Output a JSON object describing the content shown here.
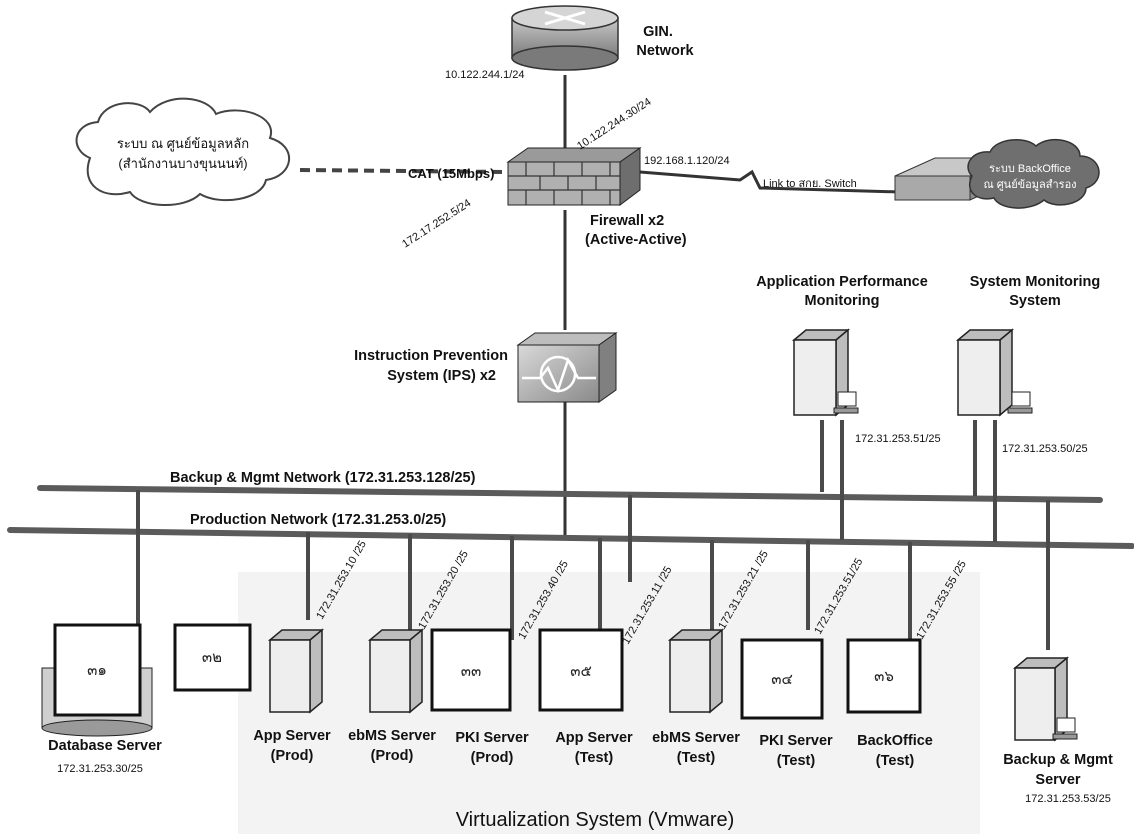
{
  "router": {
    "label_line1": "GIN.",
    "label_line2": "Network",
    "ip_left": "10.122.244.1/24",
    "ip_down": "10.122.244.30/24"
  },
  "firewall": {
    "label_line1": "Firewall x2",
    "label_line2": "(Active-Active)",
    "ip_right": "192.168.1.120/24",
    "ip_left": "172.17.252.5/24"
  },
  "cloud_left": {
    "line1": "ระบบ ณ ศูนย์ข้อมูลหลัก",
    "line2": "(สำนักงานบางขุนนนท์)"
  },
  "cat_link": "CAT (15Mbps)",
  "link_switch": "Link to สกย. Switch",
  "cloud_right": {
    "line1": "ระบบ BackOffice",
    "line2": "ณ ศูนย์ข้อมูลสำรอง"
  },
  "ips": {
    "line1": "Instruction Prevention",
    "line2": "System (IPS) x2"
  },
  "apm": {
    "line1": "Application Performance",
    "line2": "Monitoring",
    "ip": "172.31.253.51/25"
  },
  "sms": {
    "line1": "System Monitoring",
    "line2": "System",
    "ip": "172.31.253.50/25"
  },
  "networks": {
    "backup": "Backup & Mgmt Network  (172.31.253.128/25)",
    "production": "Production Network (172.31.253.0/25)"
  },
  "servers": [
    {
      "line1": "Database Server",
      "line2": "",
      "ip": "172.31.253.30/25",
      "box": "๓๑"
    },
    {
      "line1": "",
      "line2": "",
      "ip": "",
      "box": "๓๒"
    },
    {
      "line1": "App Server",
      "line2": "(Prod)",
      "ip": "172.31.253.10 /25",
      "box": ""
    },
    {
      "line1": "ebMS Server",
      "line2": "(Prod)",
      "ip": "172.31.253.20 /25",
      "box": ""
    },
    {
      "line1": "PKI Server",
      "line2": "(Prod)",
      "ip": "172.31.253.40 /25",
      "box": "๓๓"
    },
    {
      "line1": "App Server",
      "line2": "(Test)",
      "ip": "172.31.253.11 /25",
      "box": "๓๕"
    },
    {
      "line1": "ebMS Server",
      "line2": "(Test)",
      "ip": "172.31.253.21 /25",
      "box": ""
    },
    {
      "line1": "PKI Server",
      "line2": "(Test)",
      "ip": "172.31.253.51/25",
      "box": "๓๔"
    },
    {
      "line1": "BackOffice",
      "line2": "(Test)",
      "ip": "172.31.253.55 /25",
      "box": "๓๖"
    },
    {
      "line1": "Backup & Mgmt",
      "line2": "Server",
      "ip": "172.31.253.53/25",
      "box": ""
    }
  ],
  "virtualization": "Virtualization System (Vmware)"
}
